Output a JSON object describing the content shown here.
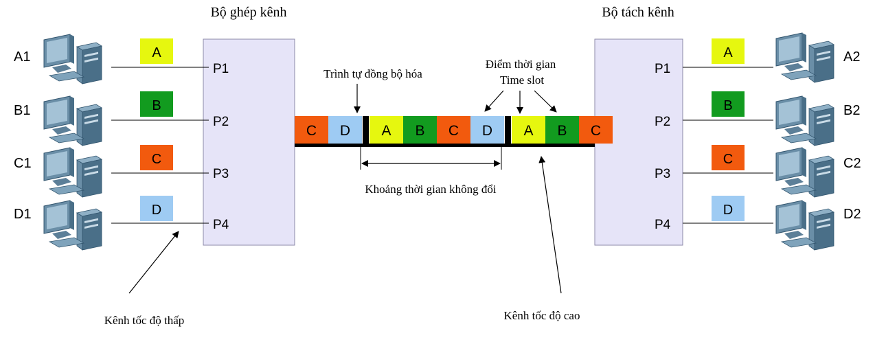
{
  "mux": {
    "title": "Bộ ghép kênh",
    "ports": [
      "P1",
      "P2",
      "P3",
      "P4"
    ]
  },
  "demux": {
    "title": "Bộ tách kênh",
    "ports": [
      "P1",
      "P2",
      "P3",
      "P4"
    ]
  },
  "left_computers": [
    "A1",
    "B1",
    "C1",
    "D1"
  ],
  "right_computers": [
    "A2",
    "B2",
    "C2",
    "D2"
  ],
  "channels": [
    {
      "label": "A",
      "color": "#e6f70f"
    },
    {
      "label": "B",
      "color": "#129b1f"
    },
    {
      "label": "C",
      "color": "#f25a0e"
    },
    {
      "label": "D",
      "color": "#9ecbf3"
    }
  ],
  "frame_sequence": [
    "C",
    "D",
    "|",
    "A",
    "B",
    "C",
    "D",
    "|",
    "A",
    "B",
    "C"
  ],
  "annotations": {
    "sync_sequence": "Trình tự đồng bộ hóa",
    "time_point": "Điểm thời gian",
    "time_slot": "Time slot",
    "constant_interval": "Khoảng thời gian không đổi",
    "low_speed_channel": "Kênh tốc độ thấp",
    "high_speed_channel": "Kênh tốc độ cao"
  },
  "colors": {
    "box_fill": "#e6e4f8",
    "box_stroke": "#8c8aa8",
    "sync_marker": "#000000",
    "line": "#000000"
  }
}
